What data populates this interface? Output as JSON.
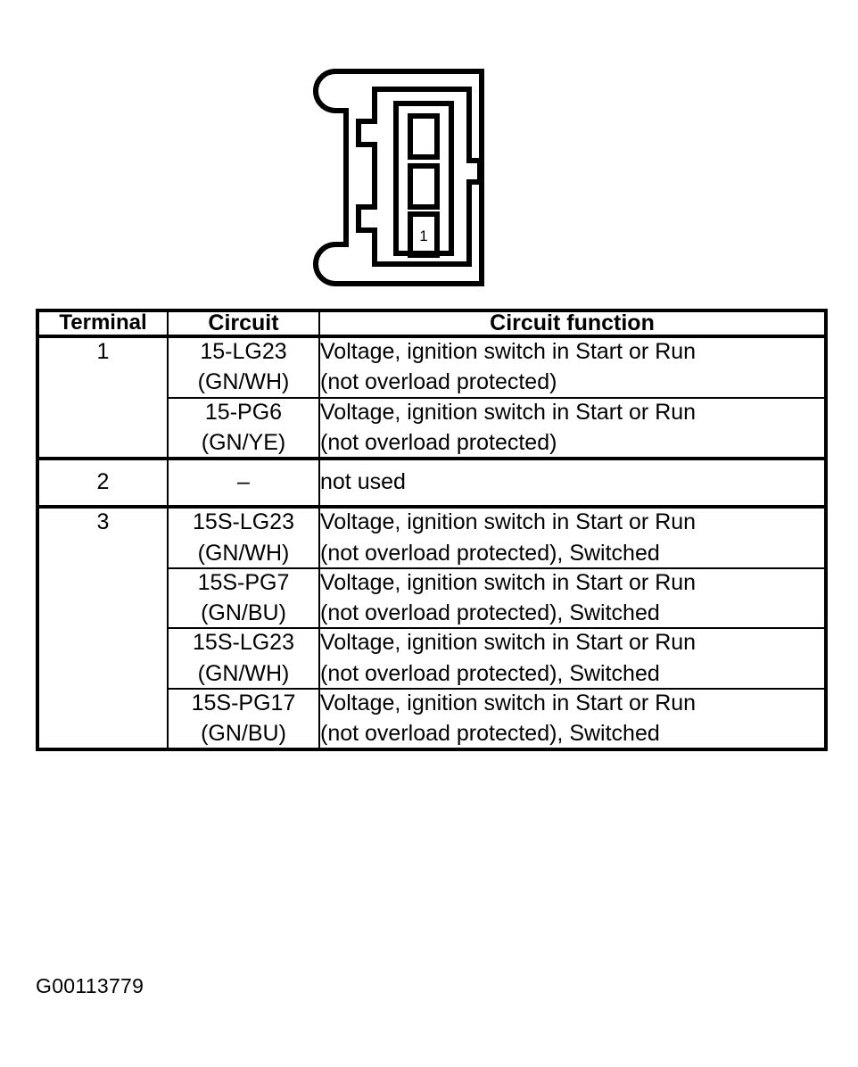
{
  "figure": {
    "caption_id": "G00113779",
    "connector": {
      "name": "3-cavity connector face view",
      "cavity_count": 3,
      "labeled_cavity": "1",
      "outline_color": "#000000",
      "fill_color": "#ffffff"
    }
  },
  "table": {
    "columns": [
      {
        "key": "terminal",
        "label": "Terminal"
      },
      {
        "key": "circuit",
        "label": "Circuit"
      },
      {
        "key": "function",
        "label": "Circuit function"
      }
    ],
    "groups": [
      {
        "terminal": "1",
        "rows": [
          {
            "circuit_code": "15-LG23",
            "circuit_colors": "(GN/WH)",
            "function_line1": "Voltage, ignition switch in Start or Run",
            "function_line2": "(not overload protected)"
          },
          {
            "circuit_code": "15-PG6",
            "circuit_colors": "(GN/YE)",
            "function_line1": "Voltage, ignition switch in Start or Run",
            "function_line2": "(not overload protected)"
          }
        ]
      },
      {
        "terminal": "2",
        "rows": [
          {
            "circuit_code": "–",
            "circuit_colors": "",
            "function_line1": "not used",
            "function_line2": ""
          }
        ]
      },
      {
        "terminal": "3",
        "rows": [
          {
            "circuit_code": "15S-LG23",
            "circuit_colors": "(GN/WH)",
            "function_line1": "Voltage, ignition switch in Start or Run",
            "function_line2": "(not overload protected), Switched"
          },
          {
            "circuit_code": "15S-PG7",
            "circuit_colors": "(GN/BU)",
            "function_line1": "Voltage, ignition switch in Start or Run",
            "function_line2": "(not overload protected), Switched"
          },
          {
            "circuit_code": "15S-LG23",
            "circuit_colors": "(GN/WH)",
            "function_line1": "Voltage, ignition switch in Start or Run",
            "function_line2": "(not overload protected), Switched"
          },
          {
            "circuit_code": "15S-PG17",
            "circuit_colors": "(GN/BU)",
            "function_line1": "Voltage, ignition switch in Start or Run",
            "function_line2": "(not overload protected), Switched"
          }
        ]
      }
    ]
  }
}
